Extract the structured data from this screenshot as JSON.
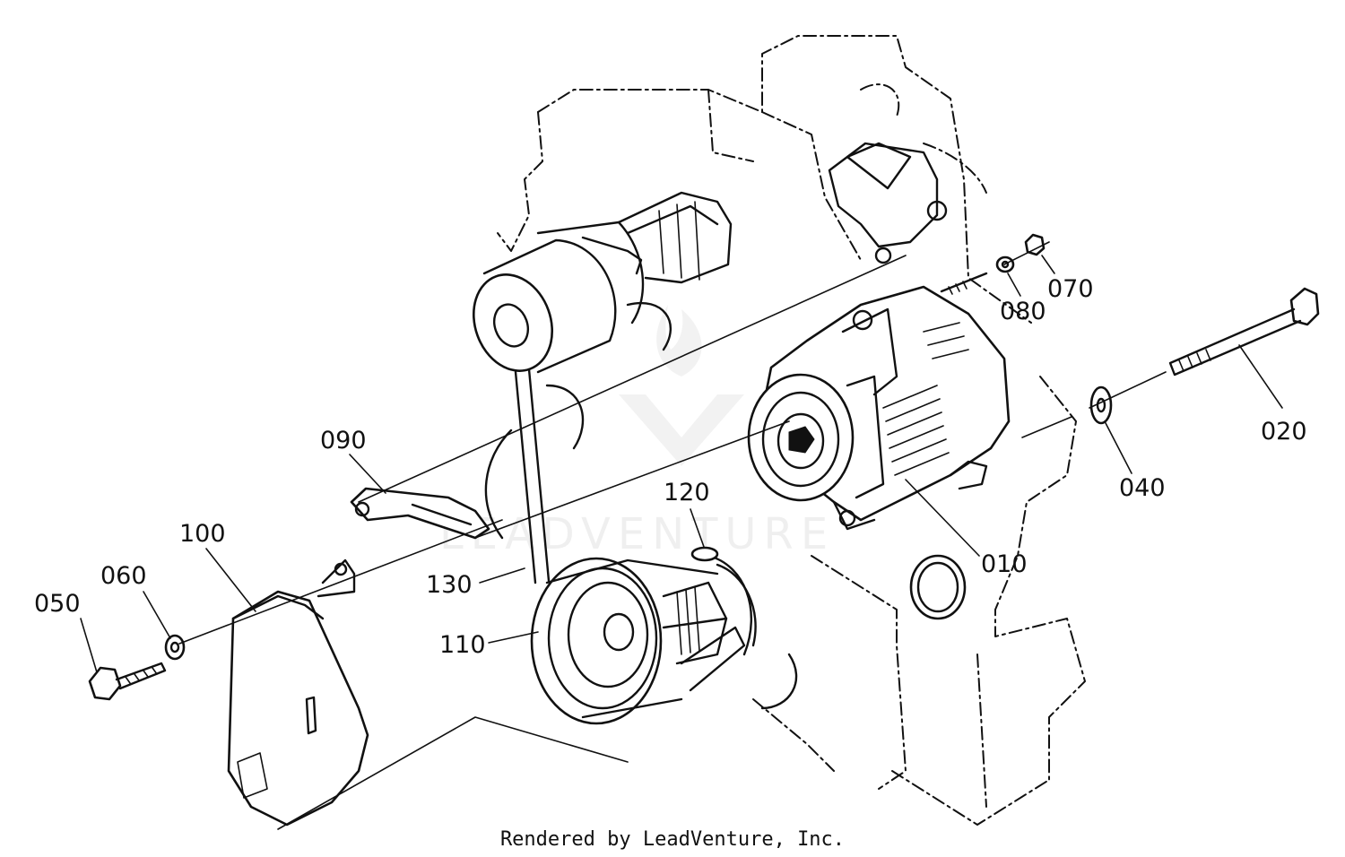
{
  "diagram": {
    "labels": [
      {
        "id": "010",
        "text": "010"
      },
      {
        "id": "020",
        "text": "020"
      },
      {
        "id": "040",
        "text": "040"
      },
      {
        "id": "050",
        "text": "050"
      },
      {
        "id": "060",
        "text": "060"
      },
      {
        "id": "070",
        "text": "070"
      },
      {
        "id": "080",
        "text": "080"
      },
      {
        "id": "090",
        "text": "090"
      },
      {
        "id": "100",
        "text": "100"
      },
      {
        "id": "110",
        "text": "110"
      },
      {
        "id": "120",
        "text": "120"
      },
      {
        "id": "130",
        "text": "130"
      }
    ],
    "footer": "Rendered by LeadVenture, Inc.",
    "watermark": "LEADVENTURE"
  }
}
